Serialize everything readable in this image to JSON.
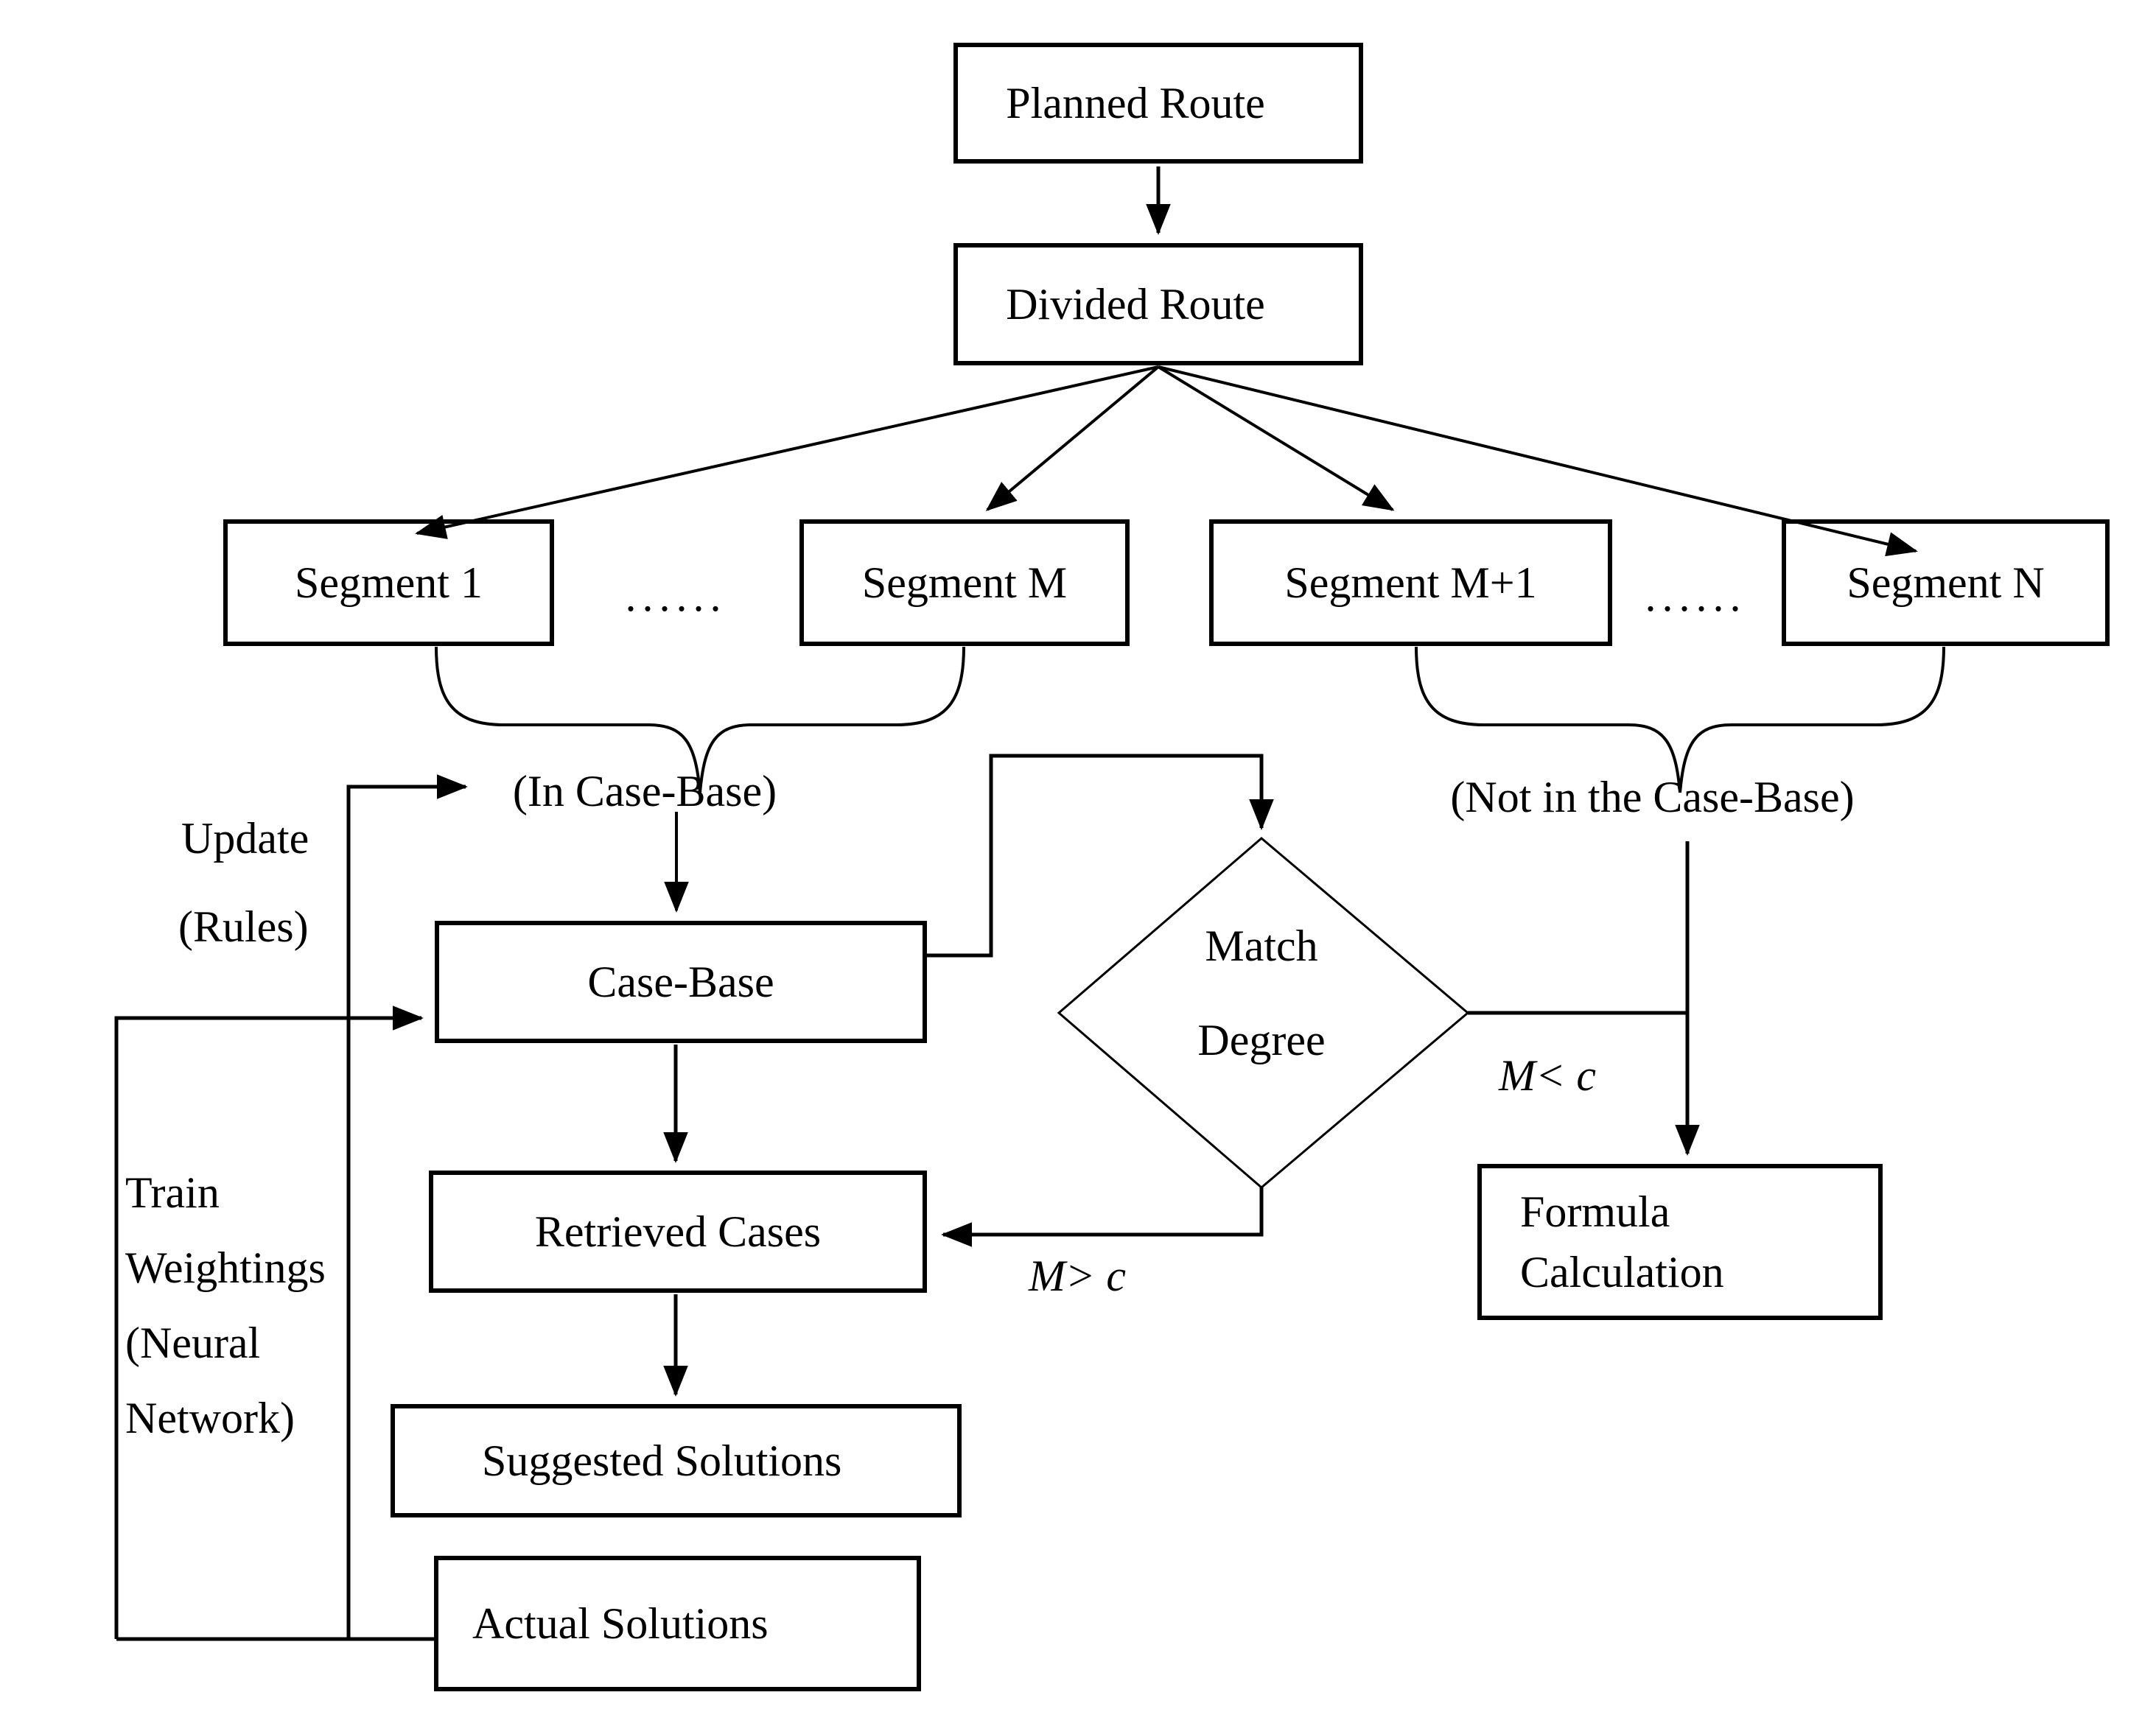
{
  "diagram": {
    "background": "#ffffff",
    "stroke_color": "#000000",
    "text_color": "#000000",
    "nodes": {
      "planned_route": {
        "label": "Planned Route"
      },
      "divided_route": {
        "label": "Divided Route"
      },
      "segment_1": {
        "label": "Segment 1"
      },
      "segment_m": {
        "label": "Segment M"
      },
      "segment_m_plus_1": {
        "label": "Segment M+1"
      },
      "segment_n": {
        "label": "Segment N"
      },
      "case_base": {
        "label": "Case-Base"
      },
      "match_degree": {
        "line1": "Match",
        "line2": "Degree"
      },
      "retrieved_cases": {
        "label": "Retrieved Cases"
      },
      "suggested_solutions": {
        "label": "Suggested Solutions"
      },
      "actual_solutions": {
        "label": "Actual Solutions"
      },
      "formula_calculation": {
        "line1": "Formula",
        "line2": "Calculation"
      }
    },
    "annotations": {
      "ellipsis_left": "......",
      "ellipsis_right": "......",
      "in_case_base": "(In Case-Base)",
      "not_in_case_base": "(Not in the Case-Base)",
      "update": "Update",
      "rules": "(Rules)",
      "train": "Train",
      "weightings": "Weightings",
      "neural": "(Neural",
      "network": "Network)",
      "m_less_than_c": "M< c",
      "m_greater_than_c": "M> c"
    }
  }
}
